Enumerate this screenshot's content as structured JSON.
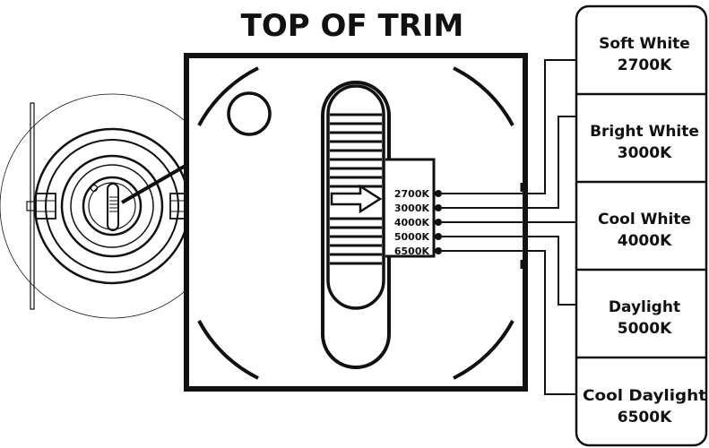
{
  "title": "TOP OF TRIM",
  "switch_labels": [
    "2700K",
    "3000K",
    "4000K",
    "5000K",
    "6500K"
  ],
  "color_options": [
    {
      "name": "Soft White",
      "temp": "2700K"
    },
    {
      "name": "Bright White",
      "temp": "3000K"
    },
    {
      "name": "Cool White",
      "temp": "4000K"
    },
    {
      "name": "Daylight",
      "temp": "5000K"
    },
    {
      "name": "Cool Daylight",
      "temp": "6500K"
    }
  ],
  "colors": {
    "stroke": "#111111",
    "background": "#ffffff"
  }
}
